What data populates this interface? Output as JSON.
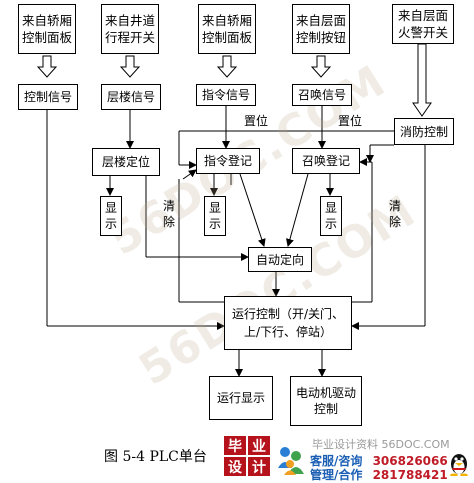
{
  "sources": [
    {
      "id": "s1",
      "text": "来自轿厢\n控制面板"
    },
    {
      "id": "s2",
      "text": "来自井道\n行程开关"
    },
    {
      "id": "s3",
      "text": "来自轿厢\n控制面板"
    },
    {
      "id": "s4",
      "text": "来自层面\n控制按钮"
    },
    {
      "id": "s5",
      "text": "来自层面\n火警开关"
    }
  ],
  "signals": {
    "control": "控制信号",
    "floor": "层楼信号",
    "command": "指令信号",
    "call": "召唤信号",
    "fire": "消防控制"
  },
  "processes": {
    "floor_position": "层楼定位",
    "command_register": "指令登记",
    "call_register": "召唤登记",
    "auto_direction": "自动定向",
    "run_control": "运行控制（开/关门、\n上/下行、停站）",
    "run_display": "运行显示",
    "motor_drive": "电动机驱动\n控制"
  },
  "displays": [
    "显\n示",
    "显\n示",
    "显\n示"
  ],
  "labels": {
    "set1": "置位",
    "set2": "置位",
    "clear1": "清\n除",
    "clear2": "清\n除"
  },
  "caption": "图 5-4  PLC单台",
  "watermark": "56DOC.COM",
  "logo": [
    "毕",
    "业",
    "设",
    "计"
  ],
  "banner": {
    "url_text": "毕业设计资料 56DOC.COM",
    "row1_label": "客服/咨询",
    "row1_number": "306826066",
    "row2_label": "管理/合作",
    "row2_number": "281788421"
  }
}
